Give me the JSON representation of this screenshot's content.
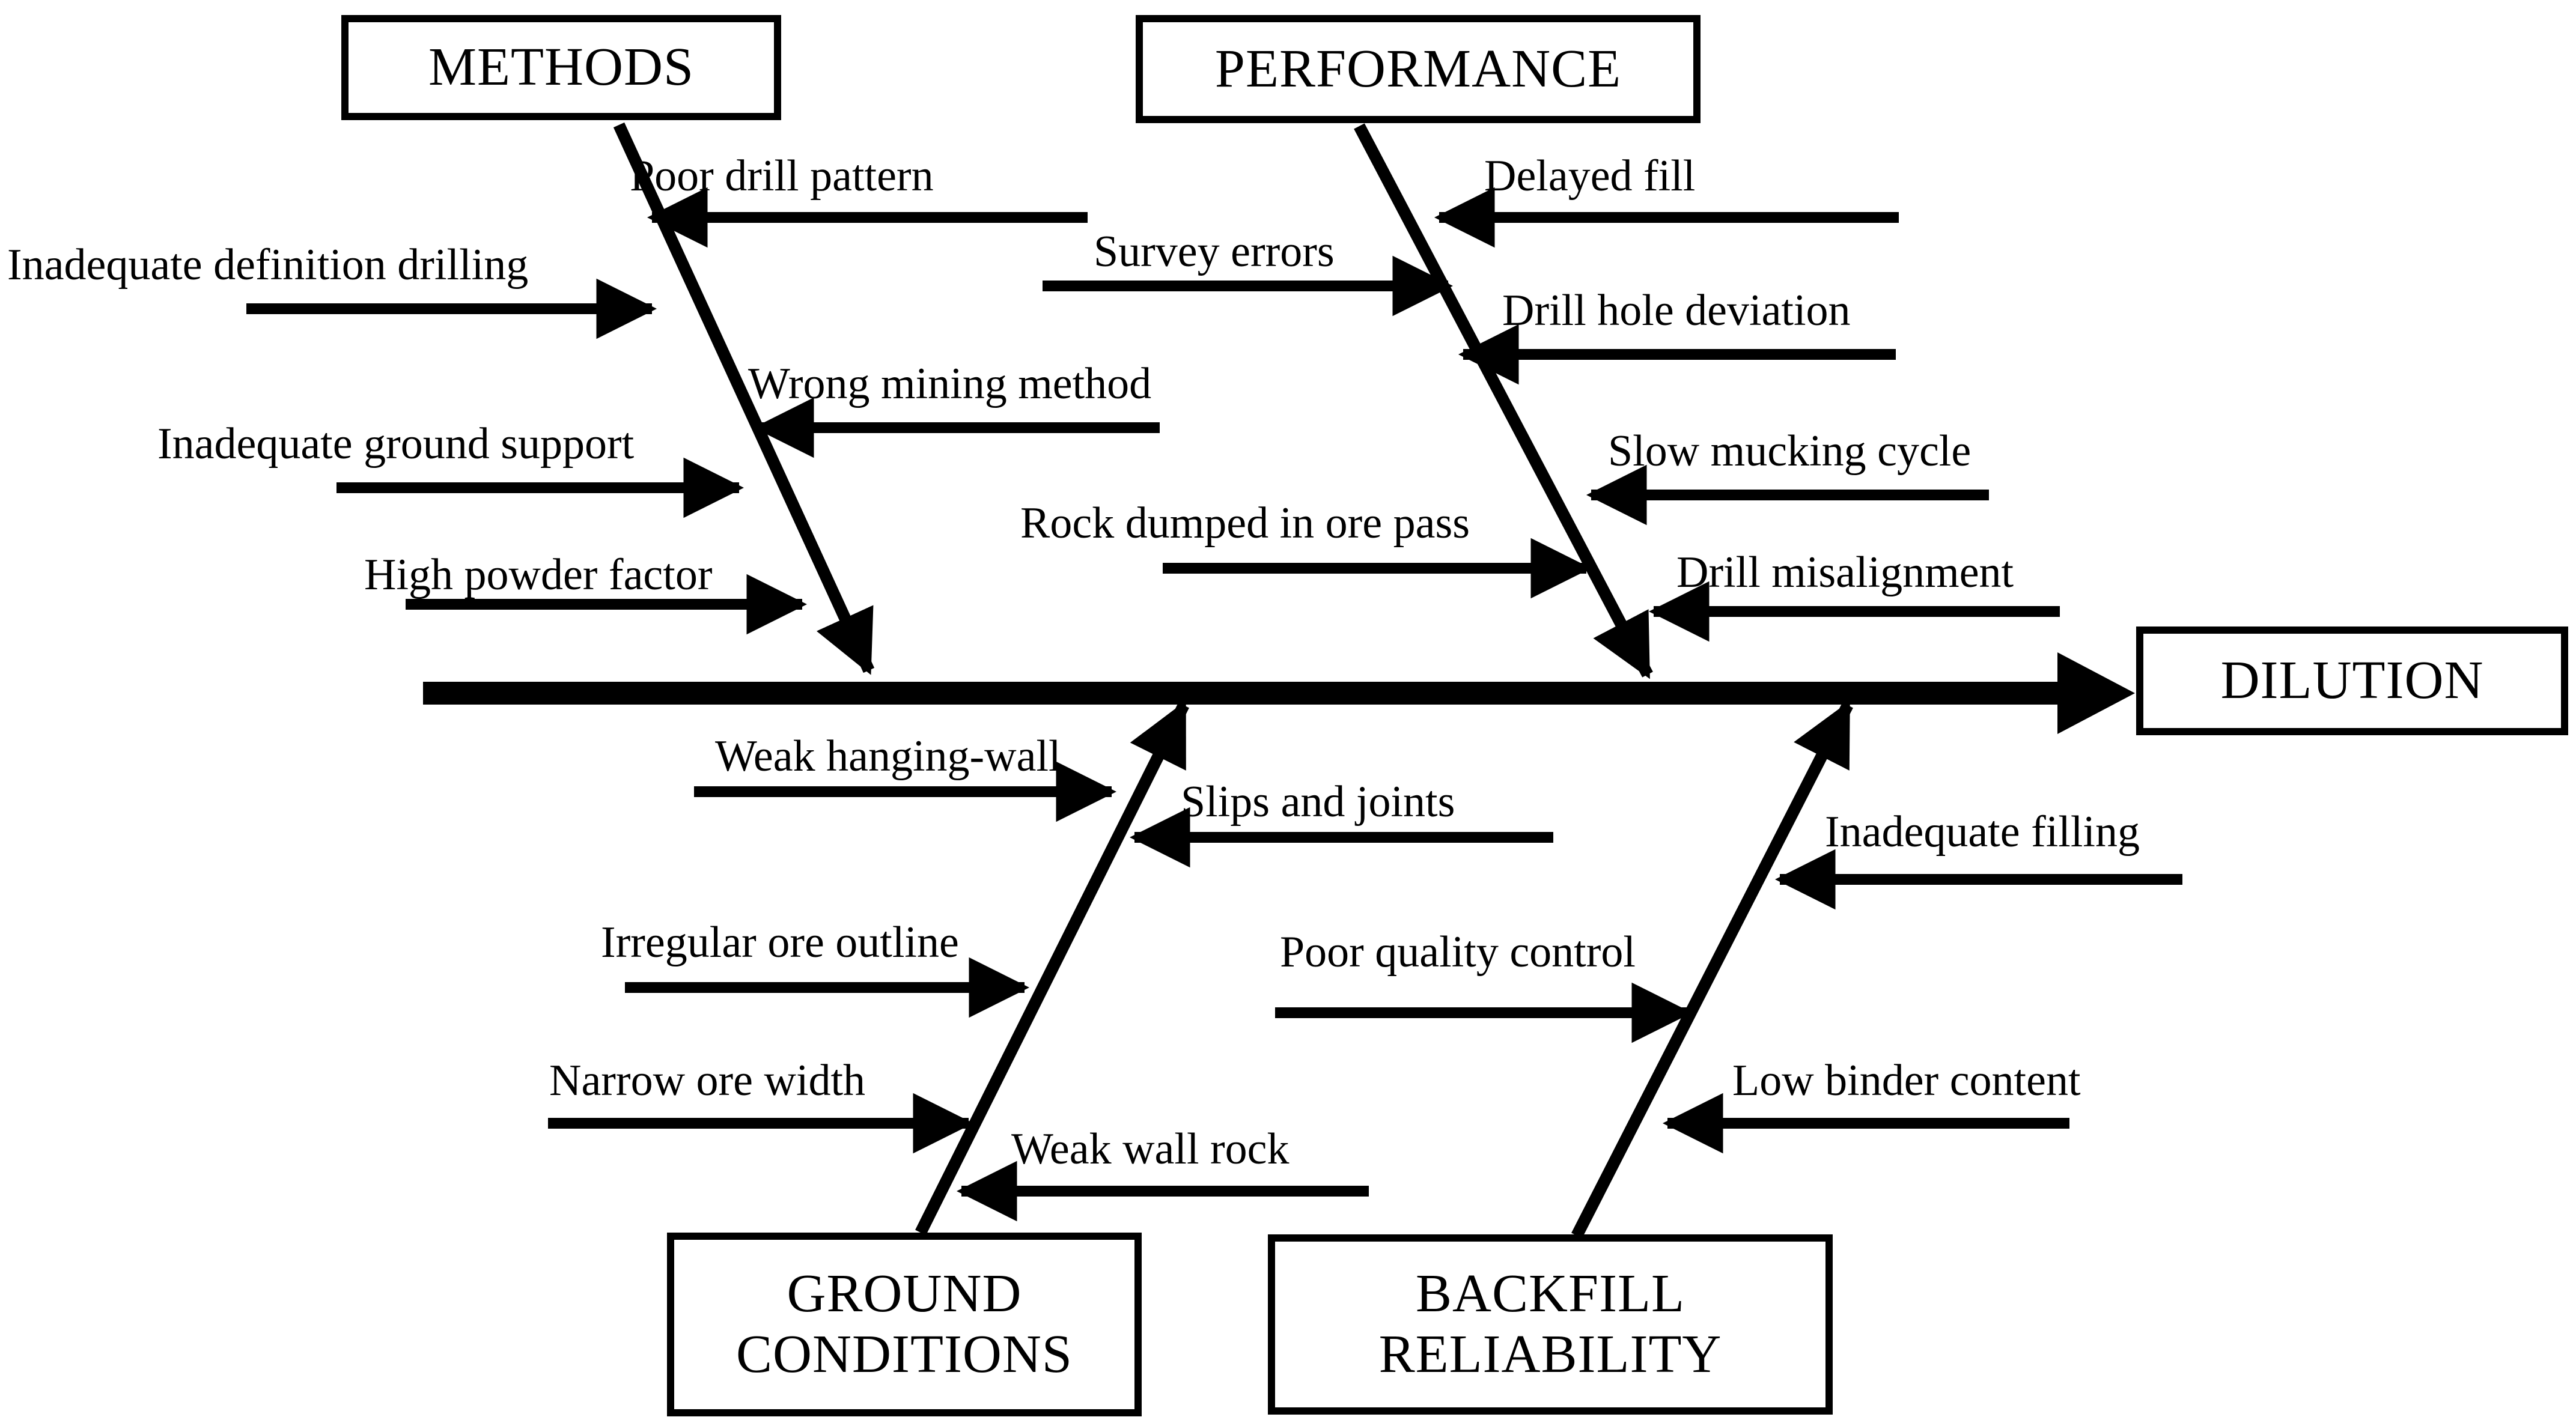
{
  "diagram": {
    "type": "fishbone-cause-effect",
    "effect": {
      "label": "DILUTION"
    },
    "colors": {
      "ink": "#000000",
      "background": "#ffffff"
    },
    "branches": [
      {
        "label": "METHODS",
        "position": "top-left",
        "causes": [
          {
            "label": "Poor drill pattern",
            "arrow_direction": "left"
          },
          {
            "label": "Inadequate definition drilling",
            "arrow_direction": "right"
          },
          {
            "label": "Wrong mining method",
            "arrow_direction": "left"
          },
          {
            "label": "Inadequate ground support",
            "arrow_direction": "right"
          },
          {
            "label": "High powder factor",
            "arrow_direction": "right"
          }
        ]
      },
      {
        "label": "PERFORMANCE",
        "position": "top-right",
        "causes": [
          {
            "label": "Delayed fill",
            "arrow_direction": "left"
          },
          {
            "label": "Survey errors",
            "arrow_direction": "right"
          },
          {
            "label": "Drill hole deviation",
            "arrow_direction": "left"
          },
          {
            "label": "Slow mucking cycle",
            "arrow_direction": "left"
          },
          {
            "label": "Rock dumped in ore pass",
            "arrow_direction": "right"
          },
          {
            "label": "Drill misalignment",
            "arrow_direction": "left"
          }
        ]
      },
      {
        "label": "GROUND CONDITIONS",
        "position": "bottom-left",
        "causes": [
          {
            "label": "Weak hanging-wall",
            "arrow_direction": "right"
          },
          {
            "label": "Slips and joints",
            "arrow_direction": "left"
          },
          {
            "label": "Irregular ore outline",
            "arrow_direction": "right"
          },
          {
            "label": "Narrow ore width",
            "arrow_direction": "right"
          },
          {
            "label": "Weak wall rock",
            "arrow_direction": "left"
          }
        ]
      },
      {
        "label": "BACKFILL RELIABILITY",
        "position": "bottom-right",
        "causes": [
          {
            "label": "Inadequate filling",
            "arrow_direction": "left"
          },
          {
            "label": "Poor quality control",
            "arrow_direction": "right"
          },
          {
            "label": "Low binder content",
            "arrow_direction": "left"
          }
        ]
      }
    ]
  }
}
